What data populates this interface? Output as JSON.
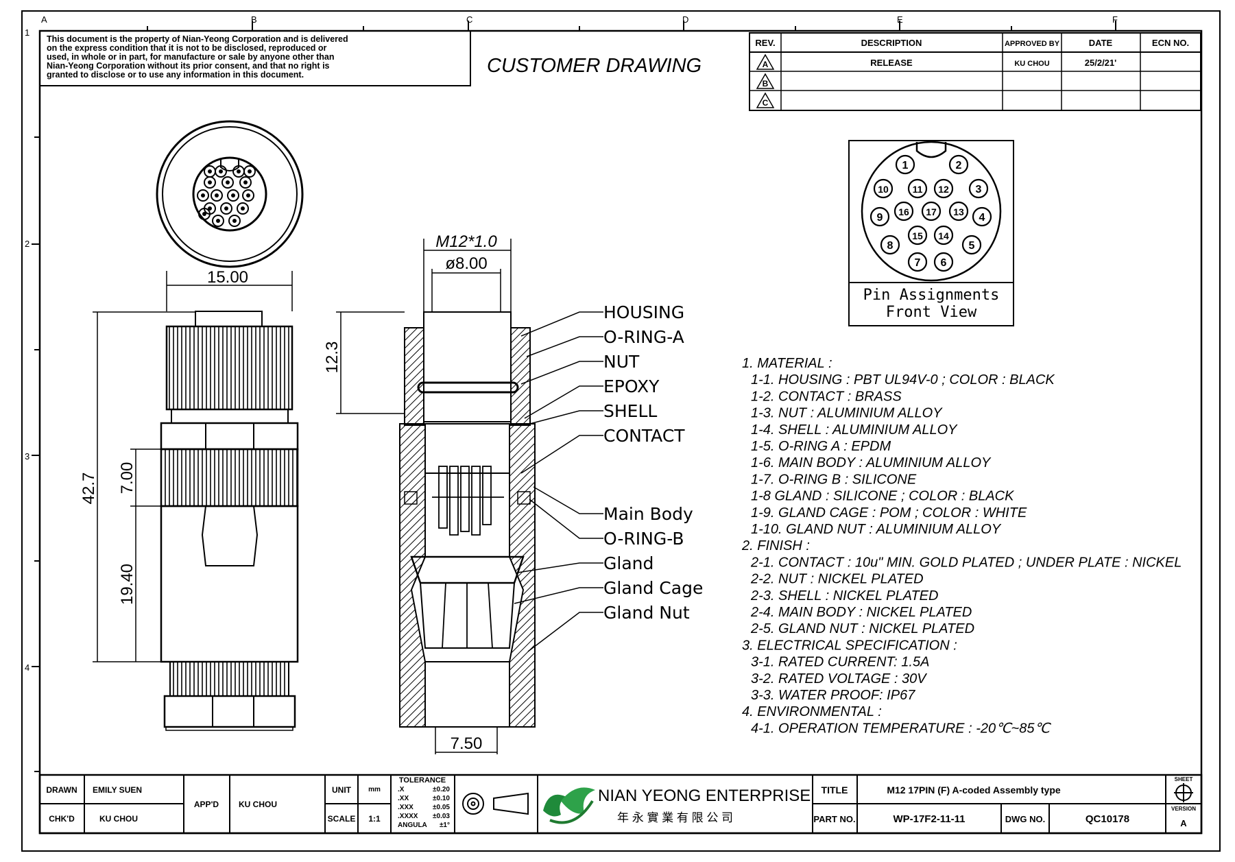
{
  "drawing": {
    "heading": "CUSTOMER DRAWING",
    "disclaimer": [
      "This document is the property of Nian-Yeong Corporation and is delivered",
      "on the express condition that it is not to be disclosed, reproduced or",
      "used, in whole or in part, for manufacture or sale by anyone other than",
      "Nian-Yeong Corporation without its prior consent, and that no right is",
      "granted to disclose or to use any information in this document."
    ],
    "column_letters": [
      "A",
      "B",
      "C",
      "D",
      "E",
      "F"
    ],
    "row_numbers": [
      "1",
      "2",
      "3",
      "4"
    ]
  },
  "revision_table": {
    "headers": [
      "REV.",
      "DESCRIPTION",
      "APPROVED BY",
      "DATE",
      "ECN NO."
    ],
    "rows": [
      {
        "rev": "A",
        "description": "RELEASE",
        "approved_by": "KU CHOU",
        "date": "25/2/21'",
        "ecn": ""
      },
      {
        "rev": "B",
        "description": "",
        "approved_by": "",
        "date": "",
        "ecn": ""
      },
      {
        "rev": "C",
        "description": "",
        "approved_by": "",
        "date": "",
        "ecn": ""
      }
    ]
  },
  "pin_box": {
    "caption_line1": "Pin Assignments",
    "caption_line2": "Front View",
    "pins": [
      "1",
      "2",
      "3",
      "4",
      "5",
      "6",
      "7",
      "8",
      "9",
      "10",
      "11",
      "12",
      "13",
      "14",
      "15",
      "16",
      "17"
    ]
  },
  "dimensions": {
    "d1500": "15.00",
    "d427": "42.7",
    "d700": "7.00",
    "d1940": "19.40",
    "thread": "M12*1.0",
    "d800": "ø8.00",
    "d123": "12.3",
    "d750": "7.50"
  },
  "callouts": [
    "HOUSING",
    "O-RING-A",
    "NUT",
    "EPOXY",
    "SHELL",
    "CONTACT",
    "Main Body",
    "O-RING-B",
    "Gland",
    "Gland Cage",
    "Gland Nut"
  ],
  "specs": [
    "1.   MATERIAL :",
    "1-1. HOUSING : PBT UL94V-0 ; COLOR : BLACK",
    "1-2. CONTACT : BRASS",
    "1-3. NUT : ALUMINIUM ALLOY",
    "1-4. SHELL : ALUMINIUM ALLOY",
    "1-5. O-RING A : EPDM",
    "1-6. MAIN BODY : ALUMINIUM ALLOY",
    "1-7. O-RING B : SILICONE",
    "1-8 GLAND : SILICONE ; COLOR : BLACK",
    "1-9. GLAND CAGE : POM ; COLOR : WHITE",
    "1-10. GLAND NUT : ALUMINIUM ALLOY",
    "2.   FINISH :",
    "2-1. CONTACT : 10u\" MIN. GOLD PLATED ; UNDER PLATE : NICKEL",
    "2-2. NUT : NICKEL PLATED",
    "2-3. SHELL : NICKEL PLATED",
    "2-4. MAIN BODY : NICKEL PLATED",
    "2-5. GLAND NUT : NICKEL PLATED",
    "3.   ELECTRICAL SPECIFICATION :",
    "3-1. RATED CURRENT: 1.5A",
    "3-2. RATED VOLTAGE : 30V",
    "3-3. WATER PROOF: IP67",
    "4.   ENVIRONMENTAL :",
    "4-1. OPERATION TEMPERATURE : -20℃~85℃"
  ],
  "title_block": {
    "drawn_label": "DRAWN",
    "drawn": "EMILY SUEN",
    "checked_label": "CHK'D",
    "checked": "KU CHOU",
    "approved_label": "APP'D",
    "approved": "KU CHOU",
    "unit_label": "UNIT",
    "unit": "mm",
    "scale_label": "SCALE",
    "scale": "1:1",
    "tolerance_label": "TOLERANCE",
    "tolerances": [
      {
        "k": ".X",
        "v": "±0.20"
      },
      {
        "k": ".XX",
        "v": "±0.10"
      },
      {
        "k": ".XXX",
        "v": "±0.05"
      },
      {
        "k": ".XXXX",
        "v": "±0.03"
      },
      {
        "k": "ANGULA",
        "v": "±1°"
      }
    ],
    "company": "NIAN YEONG ENTERPRISE",
    "company_cn": "年 永 實 業 有 限 公 司",
    "title_label": "TITLE",
    "title": "M12 17PIN (F)  A-coded Assembly type",
    "part_label": "PART NO.",
    "part_no": "WP-17F2-11-11",
    "dwg_label": "DWG NO.",
    "dwg_no": "QC10178",
    "sheet_label": "SHEET",
    "version_label": "VERSION",
    "version": "A"
  }
}
